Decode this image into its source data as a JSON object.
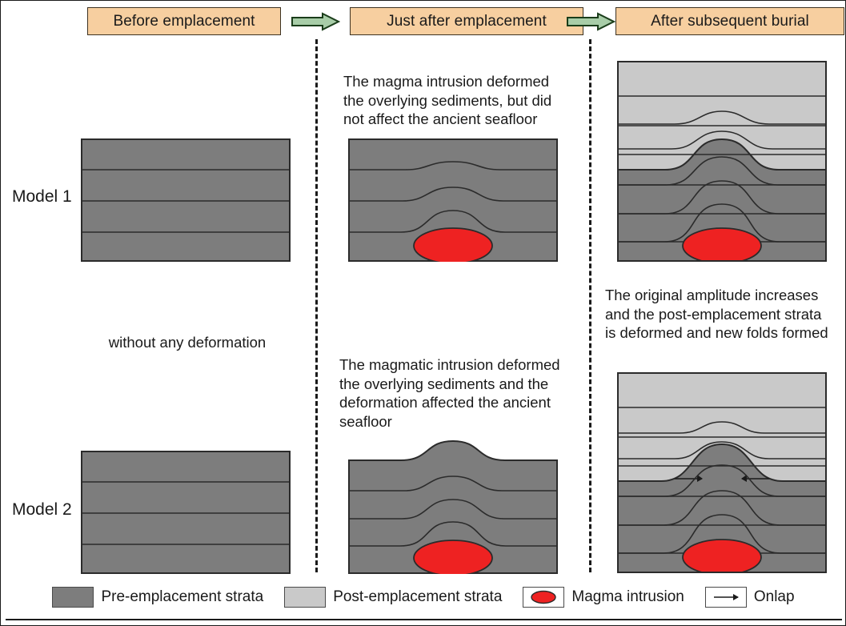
{
  "colors": {
    "header_box_fill": "#f7cfa0",
    "header_box_border": "#3d3222",
    "arrow_fill": "#a8cda8",
    "arrow_border": "#1a3d1a",
    "pre_emplacement_strata": "#7d7d7d",
    "post_emplacement_strata": "#c9c9c9",
    "magma_intrusion": "#ee2222",
    "line": "#2b2b2b",
    "text": "#1a1a1a"
  },
  "header": {
    "stages": [
      {
        "label": "Before emplacement"
      },
      {
        "label": "Just after emplacement"
      },
      {
        "label": "After subsequent burial"
      }
    ],
    "arrows": [
      {
        "name": "stage-arrow-1"
      },
      {
        "name": "stage-arrow-2"
      }
    ]
  },
  "rows": [
    {
      "label": "Model 1"
    },
    {
      "label": "Model 2"
    }
  ],
  "captions": {
    "before_model1": "without any deformation",
    "after_model1": "The magma intrusion deformed\nthe overlying sediments, but did\nnot affect the ancient seafloor",
    "after_model2": "The magmatic intrusion deformed\nthe overlying sediments and the\ndeformation affected the ancient\nseafloor",
    "burial_note": "The original amplitude increases\nand the post-emplacement strata\nis deformed and new folds formed"
  },
  "panels": [
    {
      "name": "model1-before-emplacement",
      "layer_count": 4,
      "has_magma": false,
      "deformed": false,
      "strata": "pre-emplacement"
    },
    {
      "name": "model1-just-after-emplacement",
      "layer_count": 4,
      "has_magma": true,
      "deformed": true,
      "seafloor_deformed": false,
      "strata": "pre-emplacement"
    },
    {
      "name": "model1-after-subsequent-burial",
      "layer_count": 9,
      "has_magma": true,
      "deformed": true,
      "strata": "pre-emplacement + post-emplacement",
      "onlap_arrows": 0
    },
    {
      "name": "model2-before-emplacement",
      "layer_count": 4,
      "has_magma": false,
      "deformed": false,
      "strata": "pre-emplacement"
    },
    {
      "name": "model2-just-after-emplacement",
      "layer_count": 4,
      "has_magma": true,
      "deformed": true,
      "seafloor_deformed": true,
      "strata": "pre-emplacement"
    },
    {
      "name": "model2-after-subsequent-burial",
      "layer_count": 9,
      "has_magma": true,
      "deformed": true,
      "strata": "pre-emplacement + post-emplacement",
      "onlap_arrows": 2
    }
  ],
  "legend": {
    "items": [
      {
        "symbol": "pre-strata-swatch",
        "label": "Pre-emplacement strata"
      },
      {
        "symbol": "post-strata-swatch",
        "label": "Post-emplacement strata"
      },
      {
        "symbol": "magma-swatch",
        "label": "Magma intrusion"
      },
      {
        "symbol": "onlap-swatch",
        "label": "Onlap"
      }
    ]
  }
}
